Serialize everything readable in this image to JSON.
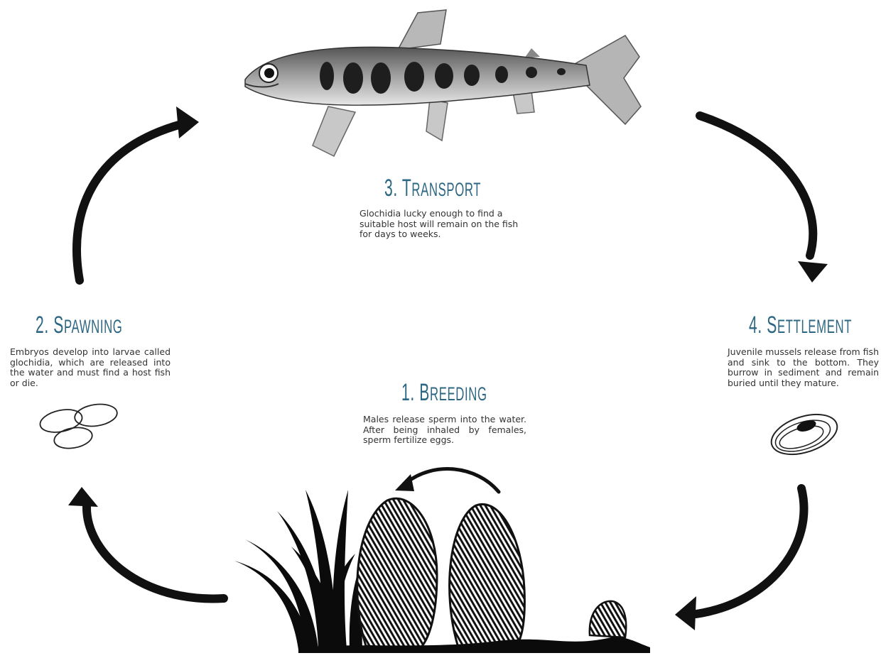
{
  "stages": {
    "breeding": {
      "number": "1. B",
      "word": "reeding",
      "text": "Males release sperm into the water. After being inhaled by females, sperm fertilize eggs."
    },
    "spawning": {
      "number": "2. S",
      "word": "pawning",
      "text": "Embryos develop into larvae called glochidia, which are released into the water and must find a host fish or die."
    },
    "transport": {
      "number": "3. T",
      "word": "ransport",
      "text": "Glochidia lucky enough to find a suitable host will remain on the fish for days to weeks."
    },
    "settlement": {
      "number": "4. S",
      "word": "ettlement",
      "text": "Juvenile mussels release from fish and sink to the bottom. They burrow in sediment and remain buried until they mature."
    }
  },
  "colors": {
    "title": "#2d6783",
    "body_text": "#333333",
    "arrows": "#111111"
  },
  "icons": [
    "trout-fish-illustration",
    "glochidia-larvae-icon",
    "juvenile-mussel-icon",
    "mussels-in-grass-illustration"
  ]
}
